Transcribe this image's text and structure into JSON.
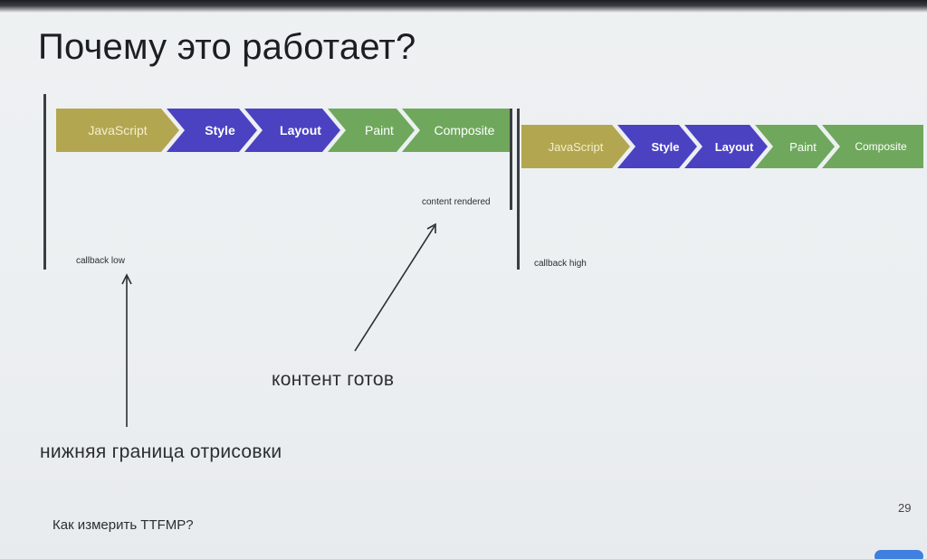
{
  "title": "Почему это работает?",
  "pipeline_left": {
    "stages": [
      "JavaScript",
      "Style",
      "Layout",
      "Paint",
      "Composite"
    ]
  },
  "pipeline_right": {
    "stages": [
      "JavaScript",
      "Style",
      "Layout",
      "Paint",
      "Composite"
    ]
  },
  "labels": {
    "callback_low": "callback low",
    "callback_high": "callback high",
    "content_rendered": "content rendered"
  },
  "captions": {
    "content_ready": "контент готов",
    "lower_bound": "нижняя граница отрисовки"
  },
  "footer": {
    "text": "Как измерить TTFMP?",
    "page_number": "29"
  },
  "colors": {
    "javascript": "#b3a650",
    "style_layout": "#4b42c2",
    "paint_composite": "#6fa85d",
    "badge": "#3f7fe0"
  }
}
